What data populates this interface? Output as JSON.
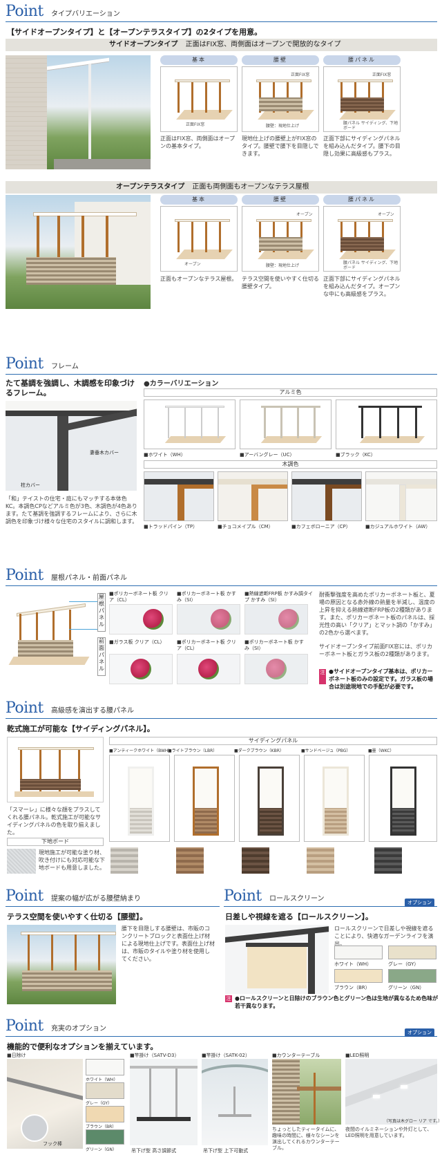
{
  "sec1": {
    "title": "Point",
    "subtitle": "タイプバリエーション",
    "lead": "【サイドオープンタイプ】と【オープンテラスタイプ】の2タイプを用意。",
    "band1": {
      "name": "サイドオープンタイプ",
      "desc": "正面はFIX窓、両側面はオープンで開放的なタイプ"
    },
    "band2": {
      "name": "オープンテラスタイプ",
      "desc": "正面も両側面もオープンなテラス屋根"
    },
    "headers": [
      "基本",
      "腰壁",
      "腰パネル"
    ],
    "side": [
      {
        "note": "正面FIX窓",
        "desc": "正面はFIX窓、両側面はオープンの基本タイプ。"
      },
      {
        "note": "正面FIX窓",
        "note2": "腰壁：現地仕上げ",
        "desc": "現地仕上げの腰壁上がFIX窓のタイプ。腰壁で腰下を目隠しできます。"
      },
      {
        "note": "正面FIX窓",
        "note2": "腰パネル サイディング、下地ボード",
        "desc": "正面下部にサイディングパネルを組み込んだタイプ。腰下の目隠し効果に高級感もプラス。"
      }
    ],
    "terrace": [
      {
        "note": "オープン",
        "desc": "正面もオープンなテラス屋根。"
      },
      {
        "note": "オープン",
        "note2": "腰壁：現地仕上げ",
        "desc": "テラス空間を使いやすく仕切る腰壁タイプ。"
      },
      {
        "note": "オープン",
        "note2": "腰パネル サイディング、下地ボード",
        "desc": "正面下部にサイディングパネルを組み込んだタイプ。オープンな中にも高級感をプラス。"
      }
    ]
  },
  "sec2": {
    "title": "Point",
    "subtitle": "フレーム",
    "lead": "たて基調を強調し、木調感を印象づけるフレーム。",
    "label_beam": "妻垂木カバー",
    "label_post": "柱カバー",
    "desc": "「和」テイストの住宅・庭にもマッチする本体色KC。本調色CPなどアルミ色が3色、木調色が4色あります。たて基調を強調するフレームにより、さらに木調色を印象づけ様々な住宅のスタイルに調和します。",
    "colorvar": "●カラーバリエーション",
    "alu_label": "アルミ色",
    "wood_label": "木調色",
    "alu": [
      {
        "name": "■ホワイト（WH）",
        "color": "#f4f4f2"
      },
      {
        "name": "■アーバングレー（UC）",
        "color": "#c9c3b4"
      },
      {
        "name": "■ブラック（KC）",
        "color": "#333333"
      }
    ],
    "wood": [
      {
        "name": "■トラッドパイン（TP）",
        "color": "#b06e2c"
      },
      {
        "name": "■チョコメイプル（CM）",
        "color": "#c98a46"
      },
      {
        "name": "■カフェボローニア（CP）",
        "color": "#7a4a22"
      },
      {
        "name": "■カジュアルホワイト（AW）",
        "color": "#ece6d8"
      }
    ]
  },
  "sec3": {
    "title": "Point",
    "subtitle": "屋根パネル・前面パネル",
    "roof_label": "屋根パネル",
    "front_label": "前面パネル",
    "roof": [
      "■ポリカーボネート板 クリア（CL）",
      "■ポリカーボネート板 かすみ（SI）",
      "■熱線遮断FRP板 かすみ調タイプ かすみ（SI）"
    ],
    "front": [
      "■ガラス板 クリア（CL）",
      "■ポリカーボネート板 クリア（CL）",
      "■ポリカーボネート板 かすみ（SI）"
    ],
    "desc1": "耐衝撃強度を高めたポリカーボネート板と、夏場の原因となる赤外線の熱量を半減し、温度の上昇を抑える熱線遮断FRP板の2種類があります。また、ポリカーボネート板のパネルは、採光性の高い「クリア」とマット調の「かすみ」の2色から選べます。",
    "desc2": "サイドオープンタイプ前面FIX窓には、ポリカーボネート板とガラス板の2種類があります。",
    "note_tag": "注",
    "note": "●サイドオープンタイプ基本は、ポリカーボネート板のみの設定です。ガラス板の場合は別途現地での手配が必要です。"
  },
  "sec4": {
    "title": "Point",
    "subtitle": "高級感を演出する腰パネル",
    "lead": "乾式施工が可能な【サイディングパネル】。",
    "desc": "「スマーレ」に様々な顔をプラスしてくれる腰パネル。乾式施工が可能なサイディングパネルの色を取り揃えました。",
    "board_label": "下地ボード",
    "board_desc": "現地施工が可能な塗り材、吹き付けにも対応可能な下地ボードも用意しました。",
    "siding_label": "サイディングパネル",
    "swatches": [
      {
        "name": "■アンティークホワイト（BWH）",
        "color": "#d9d6cf",
        "frame": "#f0f0ee"
      },
      {
        "name": "■ライトブラウン（LBR）",
        "color": "#a07a58",
        "frame": "#b06e2c"
      },
      {
        "name": "■ダークブラウン（KBR）",
        "color": "#5e4838",
        "frame": "#4a4038"
      },
      {
        "name": "■サンドベージュ（PBG）",
        "color": "#c9b091",
        "frame": "#ece6d8"
      },
      {
        "name": "■墨（WKC）",
        "color": "#4a4a4a",
        "frame": "#333333"
      }
    ]
  },
  "sec5": {
    "title": "Point",
    "subtitle": "提案の幅が広がる腰壁納まり",
    "lead": "テラス空間を使いやすく仕切る【腰壁】。",
    "desc": "腰下を目隠しする腰壁は、市販のコンクリートブロックと表面仕上げ材による現地仕上げです。表面仕上げ材は、市販のタイルや塗り材を使用してください。"
  },
  "sec6": {
    "title": "Point",
    "subtitle": "ロールスクリーン",
    "option": "オプション",
    "lead": "日差しや視線を遮る【ロールスクリーン】。",
    "desc": "ロールスクリーンで日差しや視線を遮ることにより、快適なガーデンライフを演出。",
    "colors": [
      {
        "name": "ホワイト（WH）",
        "color": "#f6f6f4"
      },
      {
        "name": "グレー（GY）",
        "color": "#e9e1cb"
      },
      {
        "name": "ブラウン（BR）",
        "color": "#f2e3c4"
      },
      {
        "name": "グリーン（GN）",
        "color": "#8aa888"
      }
    ],
    "note_tag": "注",
    "note": "●ロールスクリーンと日除けのブラウン色とグリーン色は生地が異なるため色味が若干異なります。"
  },
  "sec7": {
    "title": "Point",
    "subtitle": "充実のオプション",
    "option": "オプション",
    "lead": "機能的で便利なオプションを揃えています。",
    "items": [
      {
        "name": "■日除け",
        "note": "フック棒"
      },
      {
        "name": "■竿掛け（SATV-D3）",
        "note": "吊下げ型 高さ調節式"
      },
      {
        "name": "■竿掛け（SATK-02）",
        "note": "吊下げ型 上下可動式"
      },
      {
        "name": "■カウンターテーブル",
        "note": "ちょっとしたティータイムに、趣味の時間に、様々なシーンを演出してくれるカウンターテーブル。"
      },
      {
        "name": "■LED照明",
        "note": "夜間のイルミネーションや外灯として、LED照明を用意しています。",
        "note2": "（写真は木グロー リア です。）"
      }
    ],
    "shade_colors": [
      {
        "name": "ホワイト（WH）",
        "color": "#f8f8f6"
      },
      {
        "name": "グレー（GY）",
        "color": "#e3dccb"
      },
      {
        "name": "ブラウン（BR）",
        "color": "#f0d9b2"
      },
      {
        "name": "グリーン（GN）",
        "color": "#5c8a6a"
      }
    ]
  }
}
